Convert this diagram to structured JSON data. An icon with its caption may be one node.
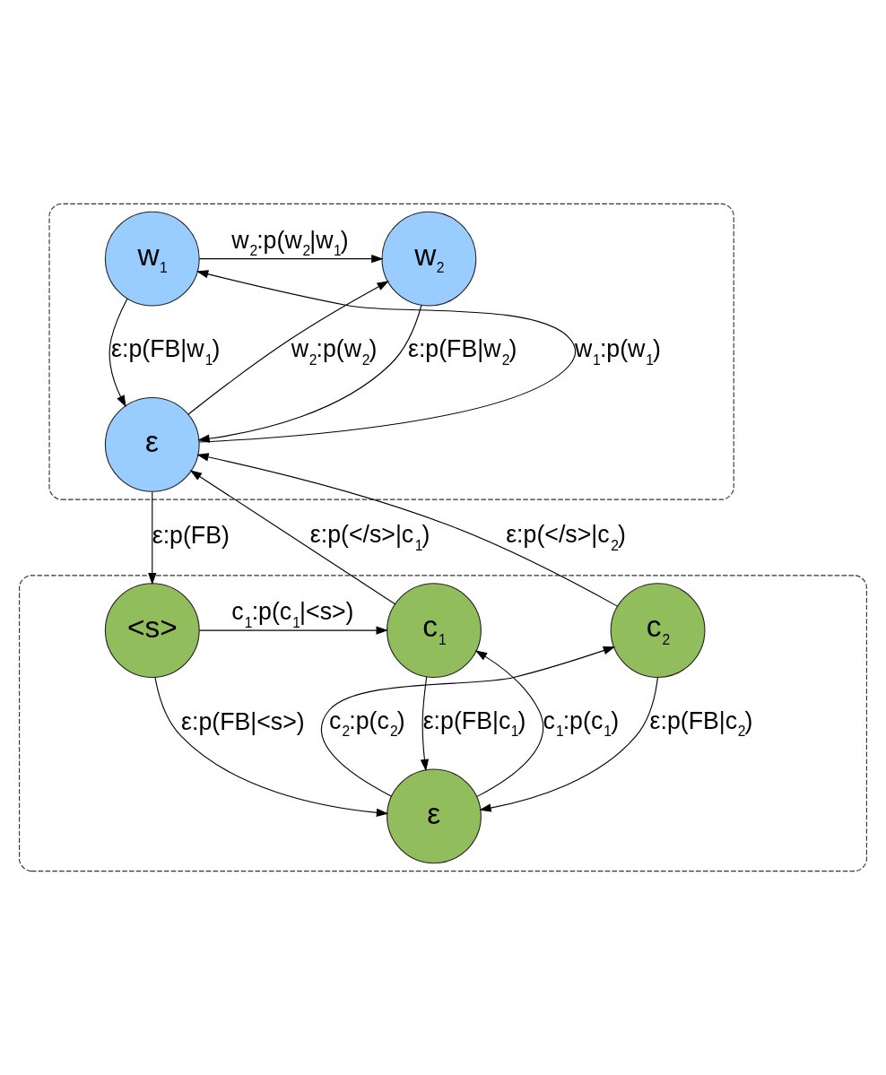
{
  "diagram": {
    "nodes": [
      {
        "text": [],
        "shape": "box"
      },
      {
        "text": [
          "w$_{1}$"
        ],
        "in": 0
      },
      {
        "text": [
          "w$_{2}$"
        ],
        "in": 0
      },
      {
        "text": [
          "ε"
        ],
        "in": 0
      },
      {
        "text": [],
        "shape": "box"
      },
      {
        "text": [
          "<s>"
        ],
        "in": 4
      },
      {
        "text": [
          "c$_{1}$"
        ],
        "in": 4
      },
      {
        "text": [
          "c$_{2}$"
        ],
        "in": 4
      },
      {
        "text": [
          "ε"
        ],
        "in": 4
      }
    ],
    "edges": [
      {
        "from": 1,
        "to": 2,
        "arrow": "to",
        "label": "w$_{2}$:p(w$_{2}$|w$_{1}$)"
      },
      {
        "from": 3,
        "to": 1,
        "arrow": "to",
        "label": "w$_{1}$:p(w$_{1}$)"
      },
      {
        "from": 3,
        "to": 2,
        "arrow": "to",
        "label": "w$_{2}$:p(w$_{2}$)"
      },
      {
        "from": 1,
        "to": 3,
        "arrow": "to",
        "label": "ε:p(FB|w$_{1}$)"
      },
      {
        "from": 2,
        "to": 3,
        "arrow": "to",
        "label": "ε:p(FB|w$_{2}$)"
      },
      {
        "from": 3,
        "to": 5,
        "arrow": "to",
        "label": "ε:p(FB)"
      },
      {
        "from": 6,
        "to": 3,
        "arrow": "to",
        "label": "ε:p(</s>|c$_{1}$)"
      },
      {
        "from": 7,
        "to": 3,
        "arrow": "to",
        "label": "ε:p(</s>|c$_{2}$)"
      },
      {
        "from": 5,
        "to": 6,
        "arrow": "to",
        "label": "c$_{1}$:p(c$_{1}$|<s>)"
      },
      {
        "from": 6,
        "to": 8,
        "arrow": "to",
        "label": "ε:p(FB|c$_{1}$)"
      },
      {
        "from": 8,
        "to": 6,
        "arrow": "to",
        "label": "c$_{1}$:p(c$_{1}$)"
      },
      {
        "from": 8,
        "to": 7,
        "arrow": "to",
        "label": "c$_{2}$:p(c$_{2}$)"
      },
      {
        "from": 7,
        "to": 8,
        "arrow": "to",
        "label": "ε:p(FB|c$_{2}$)"
      },
      {
        "from": 5,
        "to": 8,
        "arrow": "to",
        "label": "ε:p(FB|<s>)"
      }
    ]
  }
}
